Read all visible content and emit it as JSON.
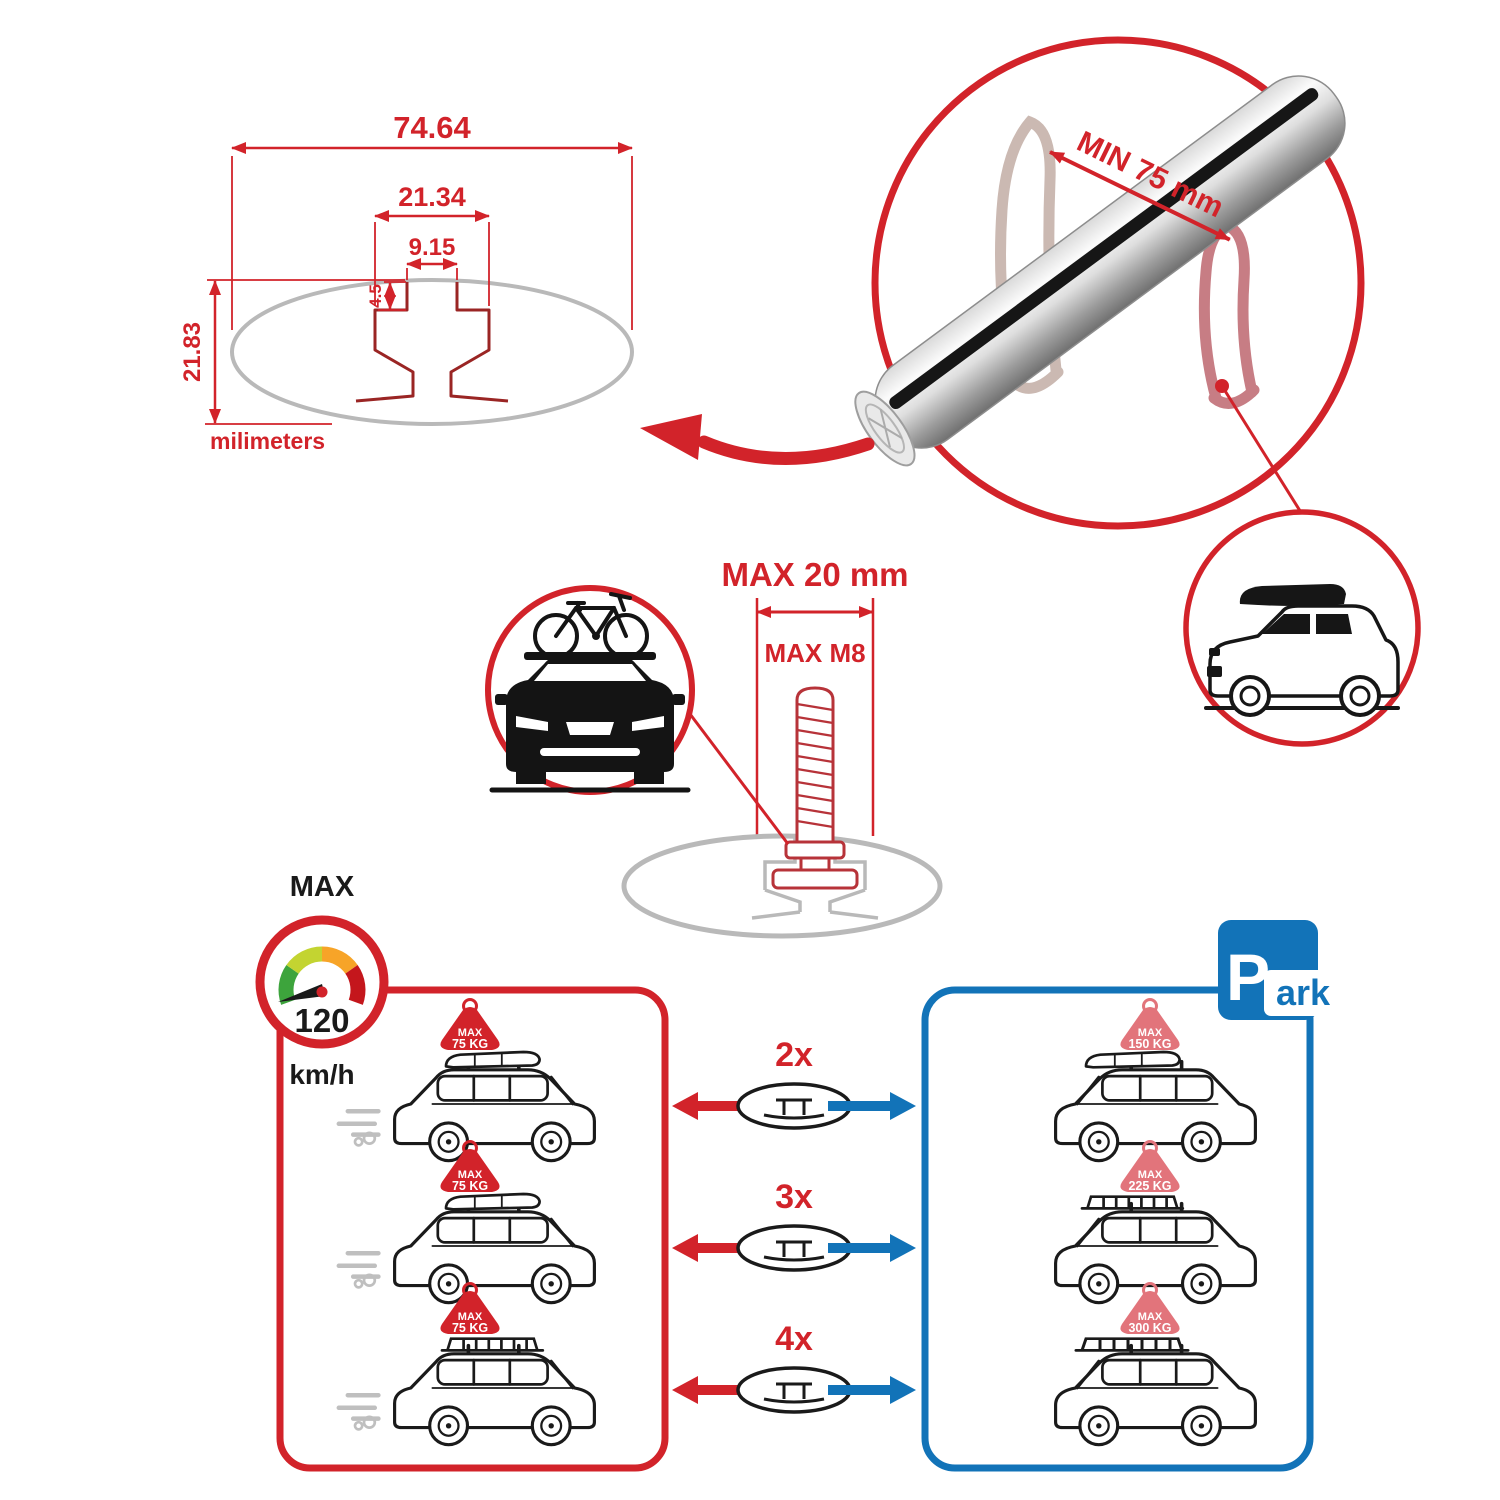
{
  "accent_colors": {
    "red": "#d2232a",
    "blue": "#1273b8",
    "profile_gray": "#b9b9b9",
    "black": "#1a1a1a"
  },
  "cross_section": {
    "width_total": "74.64",
    "slot_outer": "21.34",
    "slot_inner": "9.15",
    "slot_depth": "4.5",
    "height_total": "21.83",
    "units": "milimeters"
  },
  "bar_detail": {
    "min_span": "MIN 75 mm"
  },
  "bolt_spec": {
    "max_width": "MAX 20 mm",
    "max_thread": "MAX M8"
  },
  "speed": {
    "label": "MAX",
    "value": "120",
    "unit": "km/h"
  },
  "parking": {
    "p": "P",
    "ark": "ark"
  },
  "capacity": {
    "multipliers": [
      "2x",
      "3x",
      "4x"
    ],
    "driving": [
      {
        "tag_line1": "MAX",
        "tag_line2": "75 KG"
      },
      {
        "tag_line1": "MAX",
        "tag_line2": "75 KG"
      },
      {
        "tag_line1": "MAX",
        "tag_line2": "75 KG"
      }
    ],
    "parked": [
      {
        "tag_line1": "MAX",
        "tag_line2": "150 KG"
      },
      {
        "tag_line1": "MAX",
        "tag_line2": "225 KG"
      },
      {
        "tag_line1": "MAX",
        "tag_line2": "300 KG"
      }
    ]
  }
}
